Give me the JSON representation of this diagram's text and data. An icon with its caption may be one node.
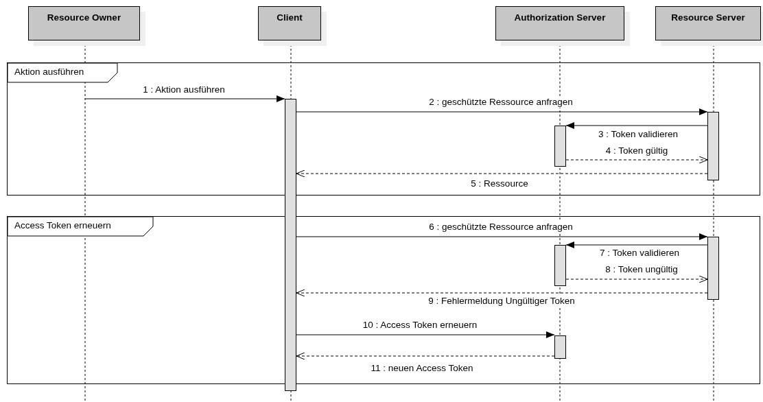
{
  "diagram": {
    "nodes": [
      {
        "text": [
          "Resource Owner"
        ]
      },
      {
        "text": [
          "Client"
        ]
      },
      {
        "text": [
          "Authorization Server"
        ]
      },
      {
        "text": [
          "Resource Server"
        ]
      },
      {
        "text": [
          "Aktion ausführen"
        ]
      },
      {
        "text": [],
        "shape": "bar"
      },
      {
        "text": [],
        "shape": "bar",
        "in": 4
      },
      {
        "text": [],
        "shape": "bar",
        "in": 4
      },
      {
        "text": [
          "Access Token erneuern"
        ]
      },
      {
        "text": [],
        "shape": "bar",
        "in": 8
      },
      {
        "text": [],
        "shape": "bar",
        "in": 8
      },
      {
        "text": [],
        "shape": "bar",
        "in": 8
      }
    ],
    "edges": [
      {
        "from": null,
        "to": 5,
        "arrow": "to",
        "label": "1 : Aktion ausführen"
      },
      {
        "from": 5,
        "to": 7,
        "arrow": "to",
        "label": "2 : geschützte Ressource anfragen"
      },
      {
        "from": 7,
        "to": 6,
        "arrow": "to",
        "label": "3 : Token validieren"
      },
      {
        "from": 6,
        "to": 7,
        "arrow": "to",
        "label": "4 : Token gültig",
        "style": "dashed"
      },
      {
        "from": 7,
        "to": 5,
        "arrow": "to",
        "label": "5 : Ressource",
        "style": "dashed"
      },
      {
        "from": 5,
        "to": 11,
        "arrow": "to",
        "label": "6 : geschützte Ressource anfragen"
      },
      {
        "from": 11,
        "to": 9,
        "arrow": "to",
        "label": "7 : Token validieren"
      },
      {
        "from": 9,
        "to": 11,
        "arrow": "to",
        "label": "8 : Token ungültig",
        "style": "dashed"
      },
      {
        "from": 11,
        "to": 5,
        "arrow": "to",
        "label": "9 : Fehlermeldung Ungültiger Token",
        "style": "dashed"
      },
      {
        "from": 5,
        "to": 10,
        "arrow": "to",
        "label": "10 : Access Token erneuern"
      },
      {
        "from": 10,
        "to": 5,
        "arrow": "to",
        "label": "11 : neuen Access Token",
        "style": "dashed"
      }
    ]
  }
}
